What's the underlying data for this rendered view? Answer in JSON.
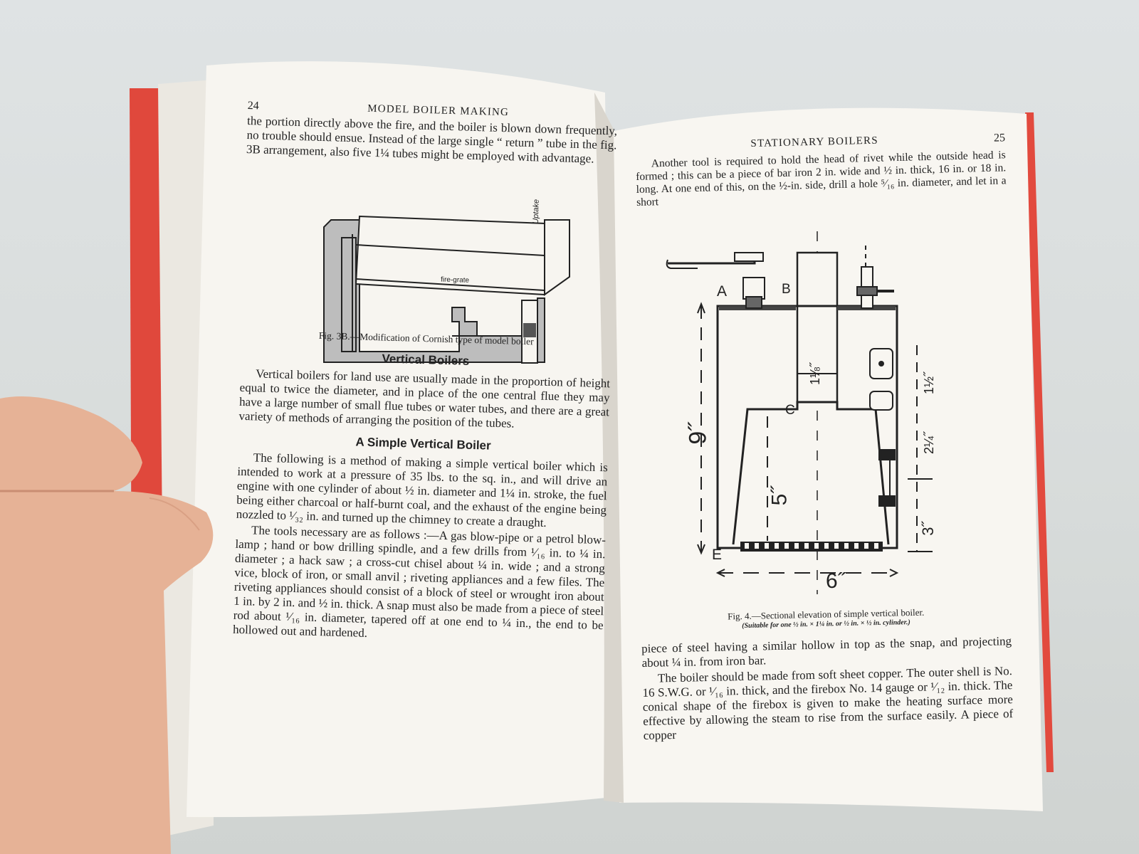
{
  "left_page": {
    "page_number": "24",
    "running_head": "MODEL BOILER MAKING",
    "intro_paragraph": "the portion directly above the fire, and the boiler is blown down frequently, no trouble should ensue. Instead of the large single “ return ” tube in the fig. 3B arrangement, also five 1¼ tubes might be employed with advantage.",
    "figure": {
      "label_uptake": "Uptake",
      "label_fire_grate": "fire-grate",
      "caption": "Fig. 3B.—Modification of Cornish type of model boiler"
    },
    "section1": {
      "heading": "Vertical Boilers",
      "text": "Vertical boilers for land use are usually made in the proportion of height equal to twice the diameter, and in place of the one central flue they may have a large number of small flue tubes or water tubes, and there are a great variety of methods of arranging the position of the tubes."
    },
    "section2": {
      "heading": "A Simple Vertical Boiler",
      "para1": "The following is a method of making a simple vertical boiler which is intended to work at a pressure of 35 lbs. to the sq. in., and will drive an engine with one cylinder of about ½ in. diameter and 1¼ in. stroke, the fuel being either charcoal or half-burnt coal, and the exhaust of the engine being nozzled to ¹⁄₃₂ in. and turned up the chimney to create a draught.",
      "para2": "The tools necessary are as follows :—A gas blow-pipe or a petrol blow-lamp ; hand or bow drilling spindle, and a few drills from ¹⁄₁₆ in. to ¼ in. diameter ; a hack saw ; a cross-cut chisel about ¼ in. wide ; and a strong vice, block of iron, or small anvil ; riveting appliances and a few files. The riveting appliances should consist of a block of steel or wrought iron about 1 in. by 2 in. and ½ in. thick. A snap must also be made from a piece of steel rod about ¹⁄₁₆ in. diameter, tapered off at one end to ¼ in., the end to be hollowed out and hardened."
    }
  },
  "right_page": {
    "page_number": "25",
    "running_head": "STATIONARY BOILERS",
    "top_paragraph": "Another tool is required to hold the head of rivet while the outside head is formed ; this can be a piece of bar iron 2 in. wide and ½ in. thick, 16 in. or 18 in. long. At one end of this, on the ½-in. side, drill a hole ⁵⁄₁₆ in. diameter, and let in a short",
    "figure": {
      "labels": {
        "A": "A",
        "B": "B",
        "C": "C",
        "E": "E"
      },
      "dims": {
        "height": "9˝",
        "lower": "5˝",
        "flue": "1⅛˝",
        "width": "6˝",
        "gauge_a": "1½˝",
        "gauge_b": "2¼˝",
        "gauge_c": "3˝"
      },
      "caption": "Fig. 4.—Sectional elevation of simple vertical boiler.",
      "caption_sub": "(Suitable for one ½ in. × 1¼ in. or ½ in. × ½ in. cylinder.)"
    },
    "bottom_para1": "piece of steel having a similar hollow in top as the snap, and projecting about ¼ in. from iron bar.",
    "bottom_para2": "The boiler should be made from soft sheet copper. The outer shell is No. 16 S.W.G. or ¹⁄₁₆ in. thick, and the firebox No. 14 gauge or ¹⁄₁₂ in. thick. The conical shape of the firebox is given to make the heating surface more effective by allowing the steam to rise from the surface easily. A piece of copper"
  },
  "colors": {
    "cover_red": "#e0483c",
    "paper": "#f6f4ef",
    "background": "#dde1e1",
    "skin": "#e8b49a"
  }
}
